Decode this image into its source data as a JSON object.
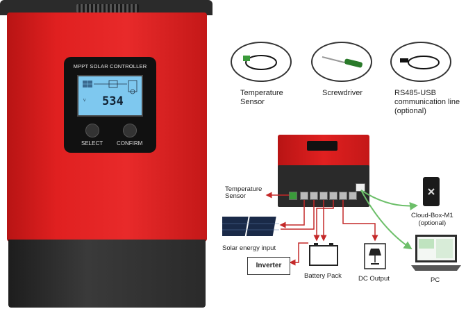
{
  "controller": {
    "panel_title": "MPPT SOLAR CONTROLLER",
    "lcd_value": "534",
    "lcd_unit": "V",
    "buttons": [
      "SELECT",
      "CONFIRM"
    ]
  },
  "accessories": [
    {
      "label": "Temperature\nSensor",
      "icon": "temperature-sensor-cable-icon"
    },
    {
      "label": "Screwdriver",
      "icon": "screwdriver-icon"
    },
    {
      "label": "RS485-USB\ncommunication line\n(optional)",
      "icon": "usb-cable-icon"
    }
  ],
  "diagram": {
    "temperature_sensor": "Temperature\nSensor",
    "solar_input": "Solar energy input",
    "inverter": "Inverter",
    "battery": "Battery Pack",
    "dc_output": "DC Output",
    "cloud_box": "Cloud-Box-M1\n(optional)",
    "pc": "PC"
  },
  "colors": {
    "controller_red": "#e02020",
    "controller_dark": "#2a2a2a",
    "lcd_blue": "#7ec8ef",
    "arrow_red": "#c42828",
    "arrow_green": "#6dbf6a"
  }
}
